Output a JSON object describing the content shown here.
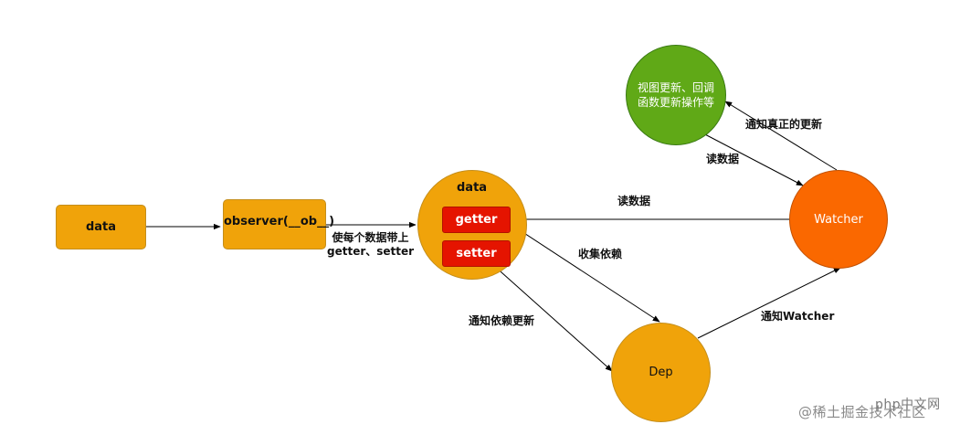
{
  "nodes": {
    "data_box": "data",
    "observer_box": "observer(__ob__)",
    "data_circle_title": "data",
    "getter": "getter",
    "setter": "setter",
    "view_update_line1": "视图更新、回调",
    "view_update_line2": "函数更新操作等",
    "watcher": "Watcher",
    "dep": "Dep"
  },
  "edge_labels": {
    "getter_setter_line1": "使每个数据带上",
    "getter_setter_line2": "getter、setter",
    "read_data_top": "读数据",
    "read_data_mid": "读数据",
    "notify_real_update": "通知真正的更新",
    "collect_deps": "收集依赖",
    "notify_dep_update": "通知依赖更新",
    "notify_watcher": "通知Watcher"
  },
  "watermark": {
    "part1": "@稀土掘金技术社区",
    "part2": "php中文网"
  },
  "colors": {
    "orange": "#f0a30a",
    "red": "#e51400",
    "green": "#60a917",
    "watcher": "#fa6800",
    "stroke": "#000000"
  }
}
